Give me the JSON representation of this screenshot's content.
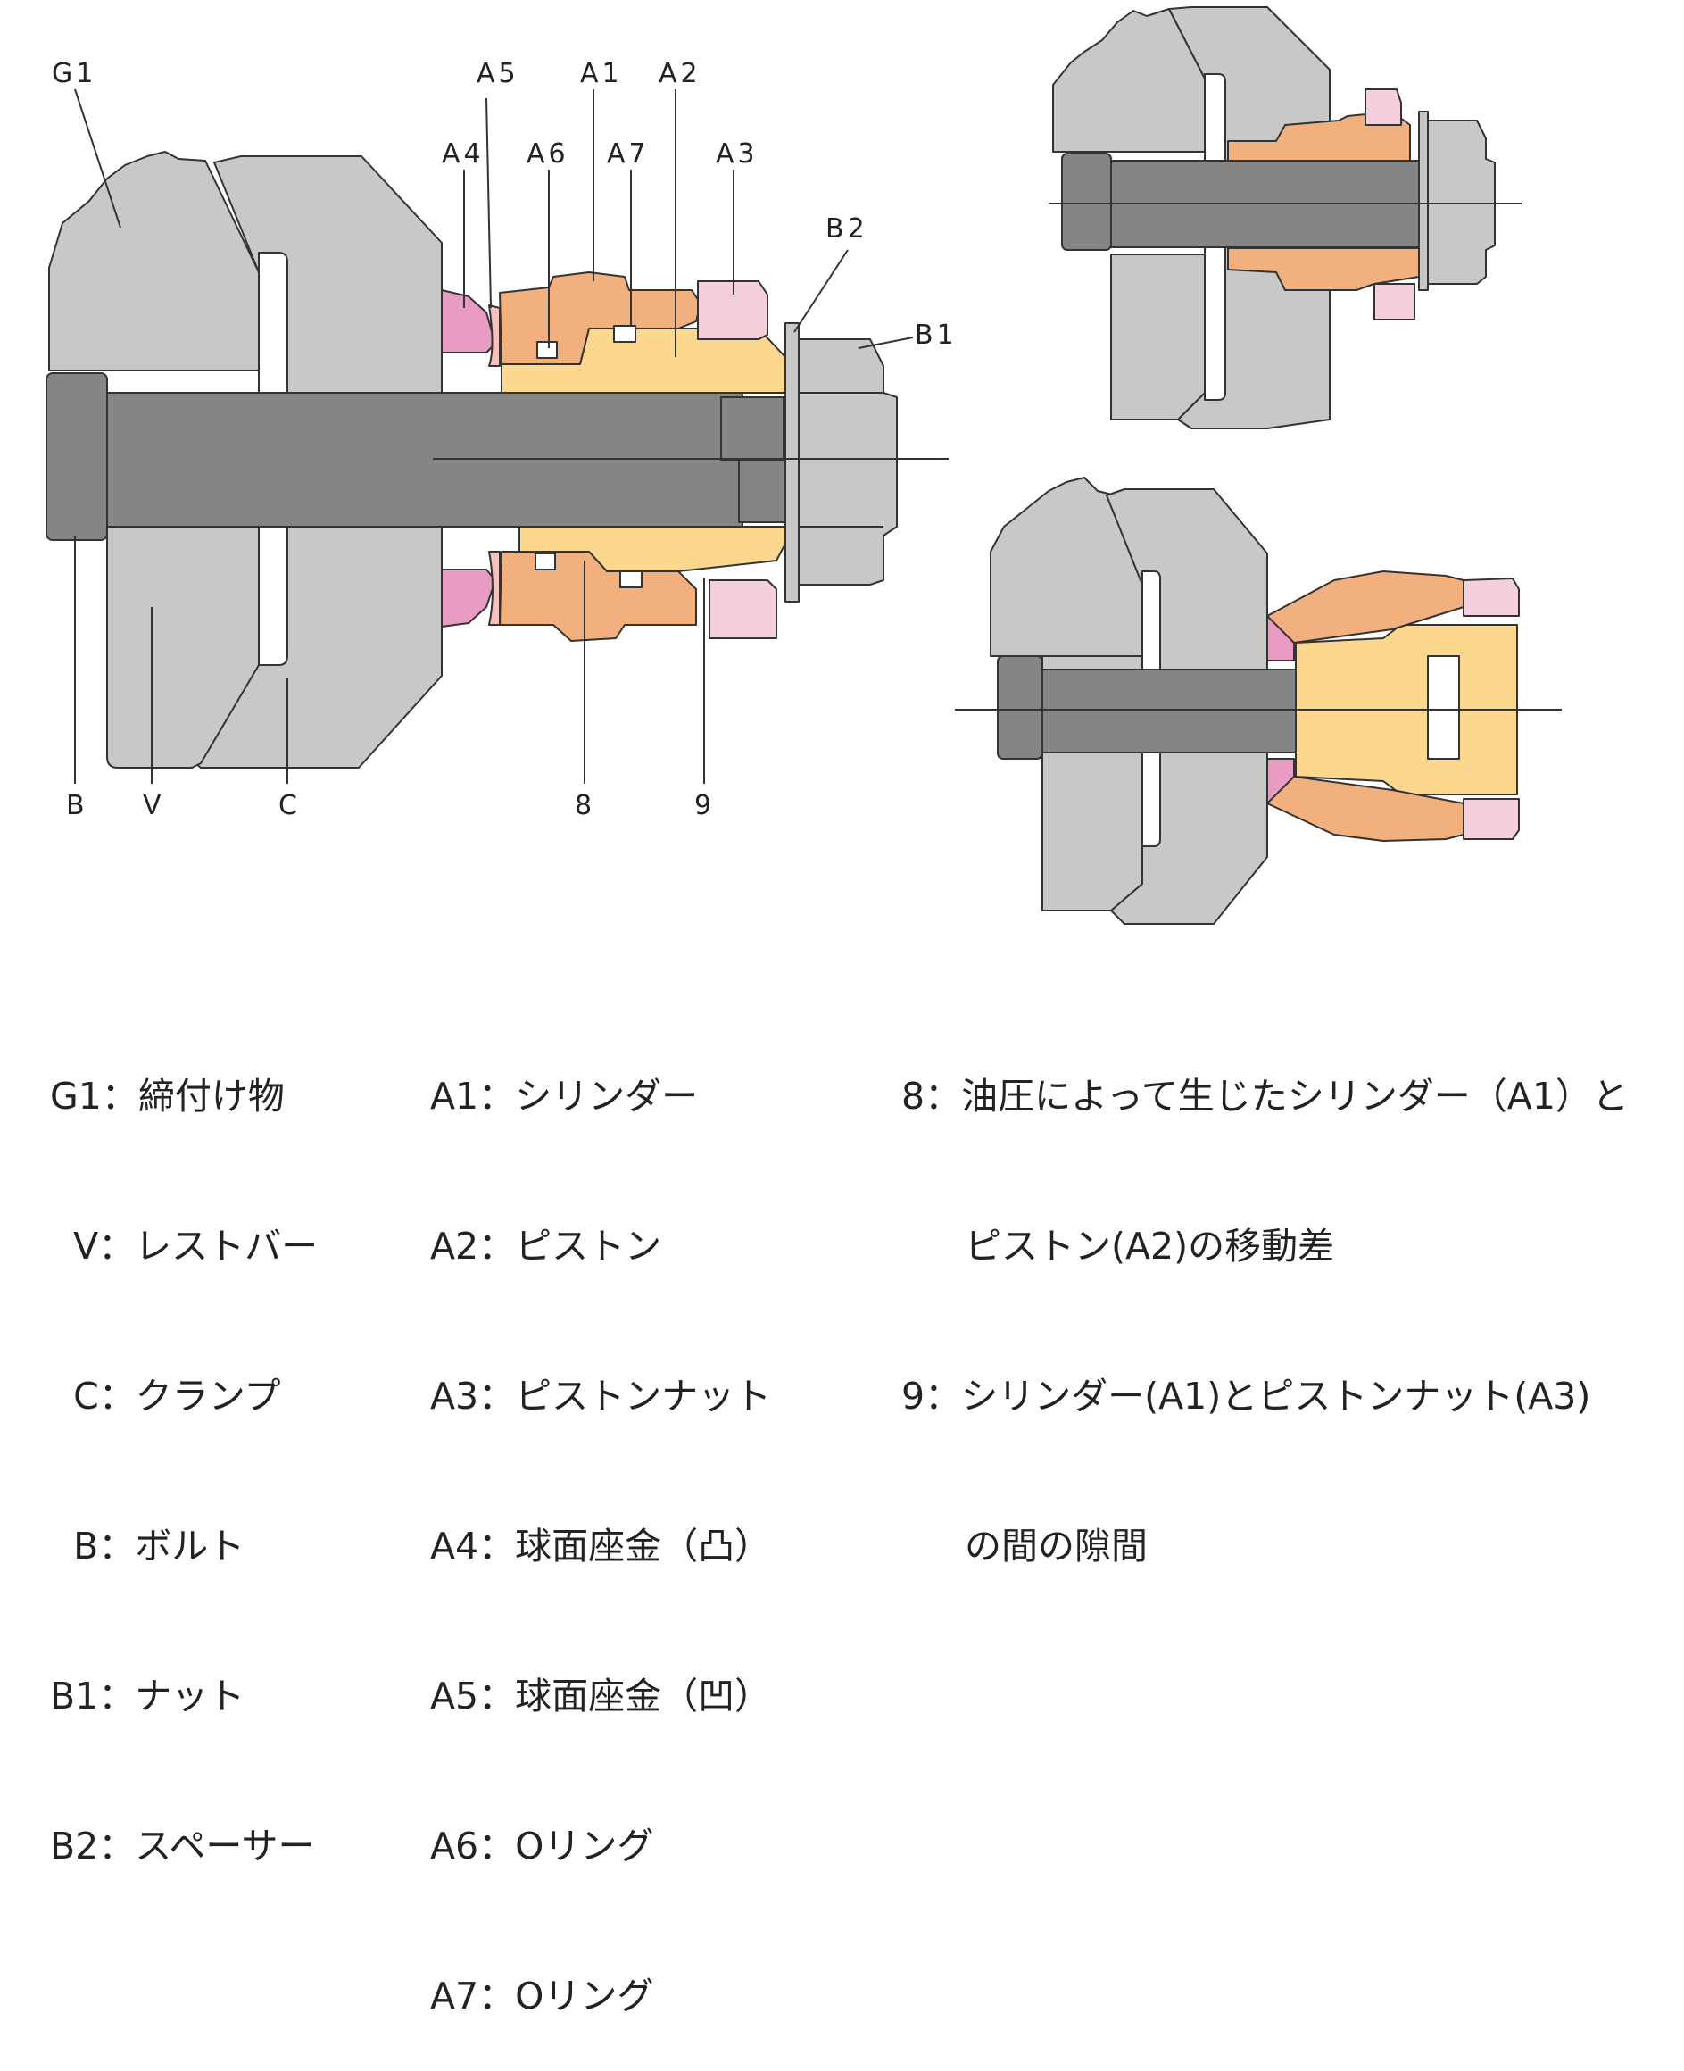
{
  "colors": {
    "gray_light": "#c8c8c8",
    "gray_dark": "#858585",
    "orange": "#f2b07e",
    "yellow": "#fcd88f",
    "pink_light": "#f6cfdc",
    "magenta": "#e89cc4",
    "salmon": "#f6c2bd",
    "outline": "#333333"
  },
  "callouts": {
    "g1": "G1",
    "a5": "A5",
    "a1": "A1",
    "a2": "A2",
    "a4": "A4",
    "a6": "A6",
    "a7": "A7",
    "a3": "A3",
    "b2": "B2",
    "b1": "B1",
    "b": "B",
    "v": "V",
    "c": "C",
    "n8": "8",
    "n9": "9"
  },
  "legend": {
    "col1": [
      "G1：締付け物",
      "  V：レストバー",
      "  C：クランプ",
      "  B：ボルト",
      "B1：ナット",
      "B2：スペーサー"
    ],
    "col2": [
      "A1：シリンダー",
      "A2：ピストン",
      "A3：ピストンナット",
      "A4：球面座金（凸）",
      "A5：球面座金（凹）",
      "A6：Oリング",
      "A7：Oリング"
    ],
    "col3": [
      "8：油圧によって生じたシリンダー（A1）と",
      "ピストン(A2)の移動差",
      "9：シリンダー(A1)とピストンナット(A3)",
      "の間の隙間"
    ]
  }
}
